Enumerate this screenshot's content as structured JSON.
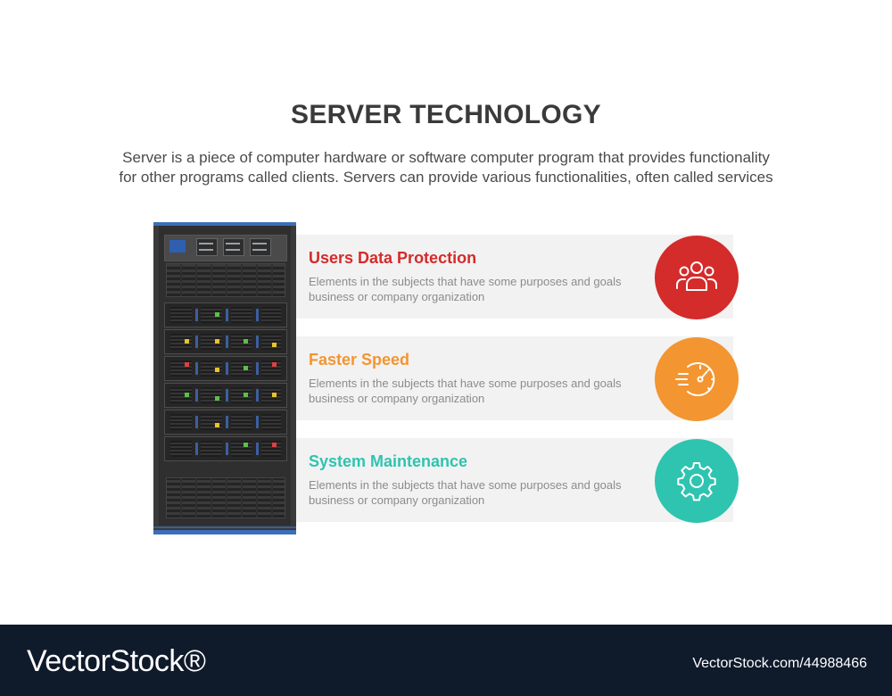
{
  "header": {
    "title": "SERVER TECHNOLOGY",
    "subtitle_lines": [
      "Server is a piece of computer hardware or software computer program that provides functionality",
      "for other programs called clients. Servers can provide various functionalities, often called services"
    ]
  },
  "items": [
    {
      "heading": "Users Data Protection",
      "desc_lines": [
        "Elements in the subjects that have  some purposes and goals",
        "business or company organization"
      ],
      "color": "#d42b2b",
      "icon": "users-group-icon"
    },
    {
      "heading": "Faster Speed",
      "desc_lines": [
        "Elements in the subjects that have  some purposes and goals",
        "business or company organization"
      ],
      "color": "#f39530",
      "icon": "speedometer-icon"
    },
    {
      "heading": "System Maintenance",
      "desc_lines": [
        "Elements in the subjects that have  some purposes and goals",
        "business or company organization"
      ],
      "color": "#2ec4b0",
      "icon": "gear-icon"
    }
  ],
  "footer": {
    "brand": "VectorStock®",
    "image_id": "VectorStock.com/44988466"
  }
}
